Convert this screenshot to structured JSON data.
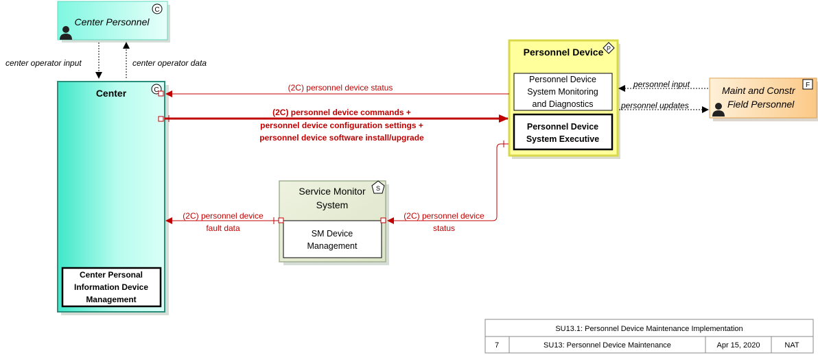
{
  "nodes": {
    "center_personnel": {
      "label": "Center Personnel",
      "stereotype": "C"
    },
    "center": {
      "title": "Center",
      "stereotype": "C",
      "inner": [
        "Center Personal",
        "Information Device",
        "Management"
      ]
    },
    "personnel_device": {
      "title": "Personnel Device",
      "stereotype": "P",
      "monitor": [
        "Personnel Device",
        "System Monitoring",
        "and Diagnostics"
      ],
      "executive": [
        "Personnel Device",
        "System Executive"
      ]
    },
    "field_personnel": {
      "label_line1": "Maint and Constr",
      "label_line2": "Field Personnel",
      "stereotype": "F"
    },
    "service_monitor": {
      "title_line1": "Service Monitor",
      "title_line2": "System",
      "stereotype": "S",
      "inner": [
        "SM Device",
        "Management"
      ]
    }
  },
  "flows": {
    "center_operator_input": "center operator input",
    "center_operator_data": "center operator data",
    "status_top": "(2C) personnel device status",
    "commands": [
      "(2C) personnel device commands +",
      "personnel device configuration settings +",
      "personnel device software install/upgrade"
    ],
    "personnel_input": "personnel input",
    "personnel_updates": "personnel updates",
    "fault_data": [
      "(2C) personnel device",
      "fault data"
    ],
    "status_sm": [
      "(2C) personnel device",
      "status"
    ]
  },
  "footer": {
    "title": "SU13.1: Personnel Device Maintenance Implementation",
    "number": "7",
    "name": "SU13: Personnel Device Maintenance",
    "date": "Apr 15, 2020",
    "org": "NAT"
  },
  "colors": {
    "center_fill": "#5ff0d6",
    "personnel_fill": "#ffff9a",
    "field_fill": "#fbcb8f",
    "sm_fill": "#e6ebd6",
    "flow_red": "#c00000"
  }
}
